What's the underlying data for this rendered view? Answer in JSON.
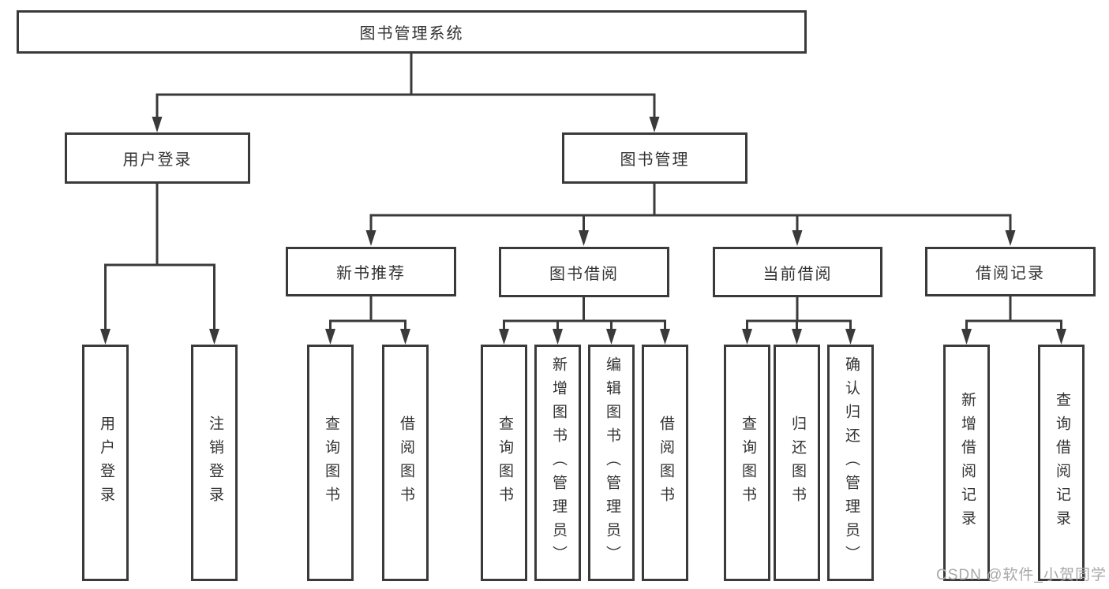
{
  "diagram": {
    "root": {
      "label": "图书管理系统"
    },
    "branches": [
      {
        "label": "用户登录",
        "children": [
          {
            "label": "用户登录"
          },
          {
            "label": "注销登录"
          }
        ]
      },
      {
        "label": "图书管理",
        "children": [
          {
            "label": "新书推荐",
            "children": [
              {
                "label": "查询图书"
              },
              {
                "label": "借阅图书"
              }
            ]
          },
          {
            "label": "图书借阅",
            "children": [
              {
                "label": "查询图书"
              },
              {
                "label": "新增图书（管理员）"
              },
              {
                "label": "编辑图书（管理员）"
              },
              {
                "label": "借阅图书"
              }
            ]
          },
          {
            "label": "当前借阅",
            "children": [
              {
                "label": "查询图书"
              },
              {
                "label": "归还图书"
              },
              {
                "label": "确认归还（管理员）"
              }
            ]
          },
          {
            "label": "借阅记录",
            "children": [
              {
                "label": "新增借阅记录"
              },
              {
                "label": "查询借阅记录"
              }
            ]
          }
        ]
      }
    ]
  },
  "watermark": {
    "text": "CSDN @软件_小贺同学"
  },
  "colors": {
    "line": "#3a3a3a",
    "text": "#333333",
    "box_background": "#ffffff",
    "watermark": "#a8a8a8",
    "background": "#ffffff"
  }
}
